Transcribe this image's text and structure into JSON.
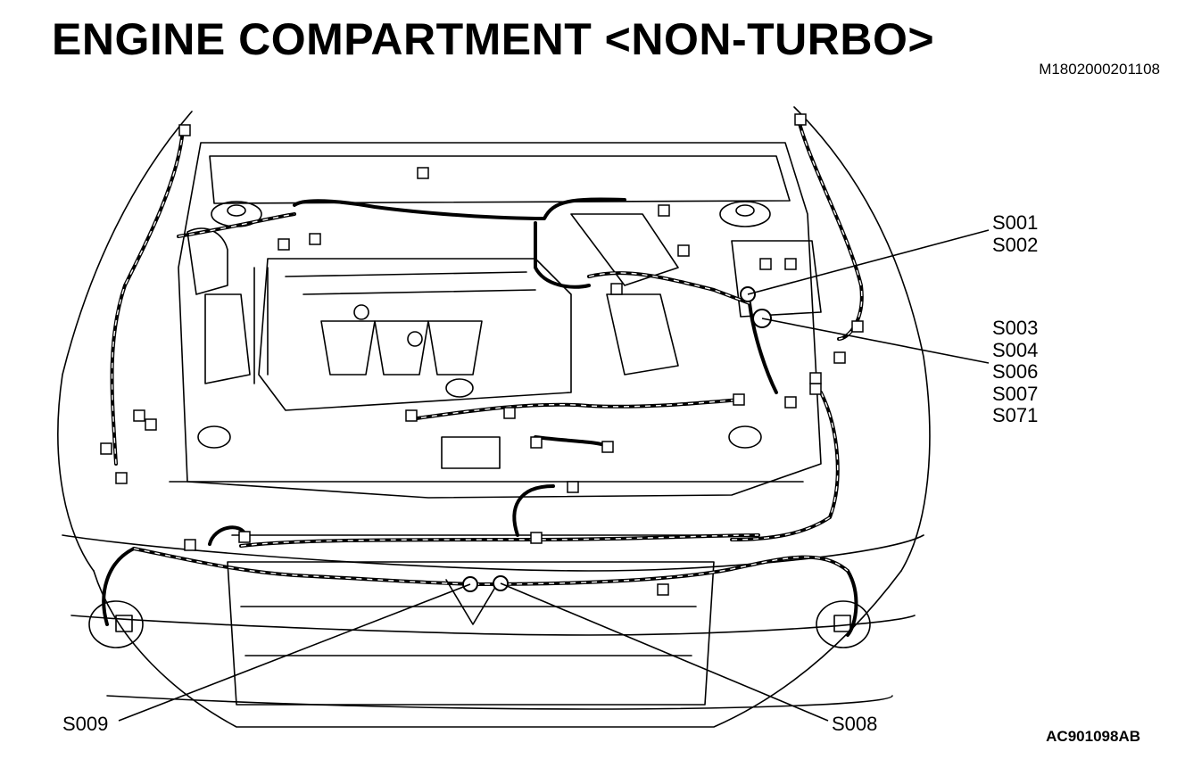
{
  "title": "ENGINE COMPARTMENT <NON-TURBO>",
  "doc_code": "M1802000201108",
  "figure_code": "AC901098AB",
  "callouts": {
    "upper_group": [
      "S001",
      "S002"
    ],
    "lower_group": [
      "S003",
      "S004",
      "S006",
      "S007",
      "S071"
    ],
    "bottom_left": "S009",
    "bottom_right": "S008"
  }
}
